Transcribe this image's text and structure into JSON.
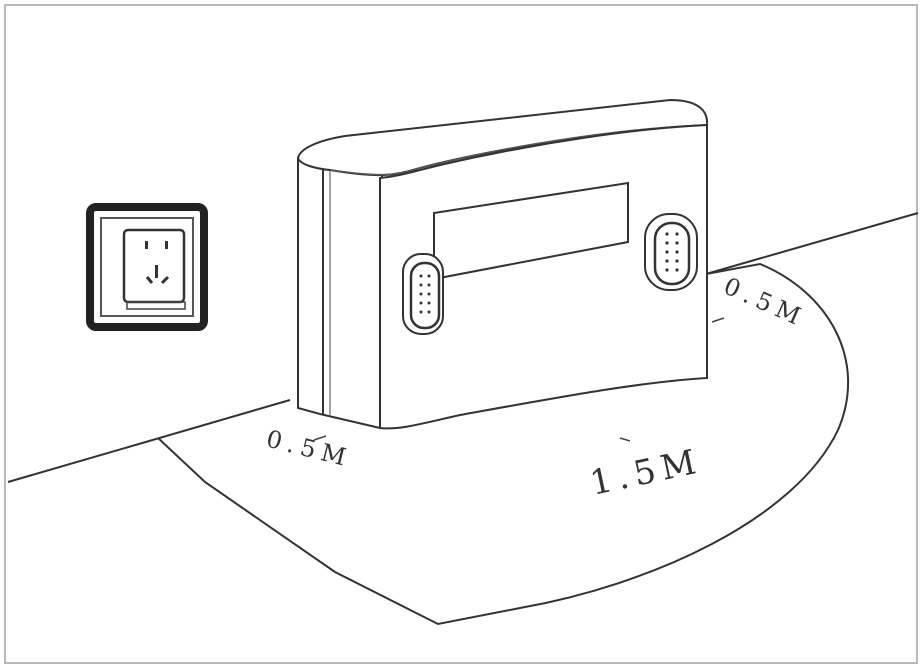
{
  "diagram": {
    "labels": {
      "left_clearance": "0.5M",
      "front_clearance": "1.5M",
      "right_clearance": "0.5M"
    },
    "icons": {
      "outlet": "wall-outlet-icon",
      "device": "charging-dock-icon"
    },
    "colors": {
      "line": "#333333",
      "background": "#ffffff"
    }
  }
}
